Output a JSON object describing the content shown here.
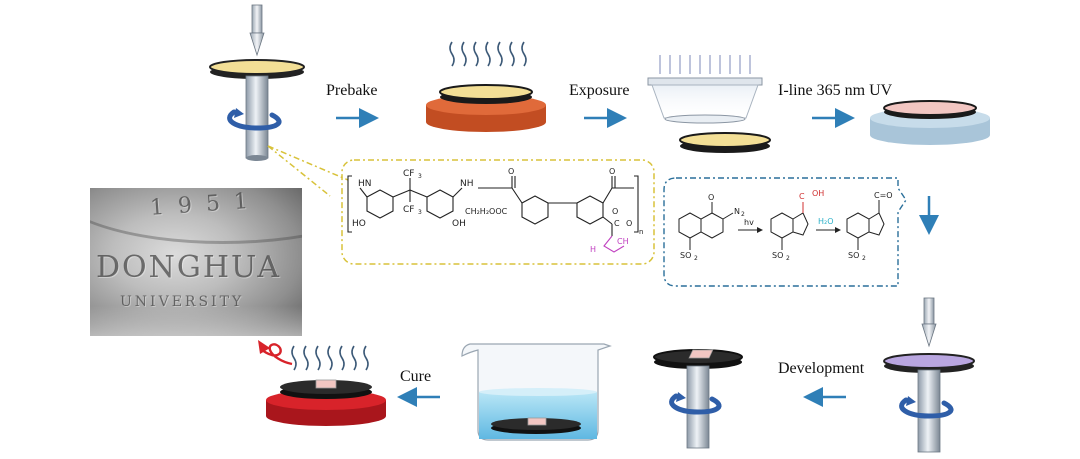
{
  "steps": {
    "prebake": "Prebake",
    "exposure": "Exposure",
    "uv": "I-line 365 nm UV",
    "development": "Development",
    "cure": "Cure"
  },
  "sem": {
    "year": "1951",
    "name": "DONGHUA",
    "sub": "UNIVERSITY"
  },
  "polymer": {
    "cf3_top": "CF",
    "cf3_top_sub": "3",
    "cf3_bot": "CF",
    "cf3_bot_sub": "3",
    "hn": "HN",
    "nh": "NH",
    "ho": "HO",
    "oh": "OH",
    "ester": "CH₂H₂OOC",
    "ester_label": "C",
    "c_o": "C",
    "o": "O",
    "h2c": "H",
    "ch2": "CH",
    "n": "n"
  },
  "pac": {
    "n2": "N",
    "n2_sub": "2",
    "hv": "hv",
    "h2o": "H₂O",
    "so2": "SO",
    "so2_sub": "2",
    "cooh": "C",
    "oh": "OH",
    "c_o": "C=O",
    "o": "O"
  },
  "colors": {
    "arrow": "#2f7fb7",
    "yellow_dash": "#d8c23a",
    "blue_dash": "#2a6f9a",
    "red_plate": "#c81e25",
    "orange_plate": "#d65a2c",
    "blue_plate": "#c7dcea",
    "pink_film": "#f2c6c2",
    "cooh_red": "#d03030",
    "h2o_cyan": "#2bb0c8",
    "ester_pink": "#c040c0",
    "spin_blue": "#2f5ea8"
  },
  "icons": [
    "spin-coater-icon",
    "hot-plate-icon",
    "uv-lamp-icon",
    "wafer-icon",
    "beaker-icon",
    "curved-arrow-icon",
    "heat-waves-icon"
  ]
}
